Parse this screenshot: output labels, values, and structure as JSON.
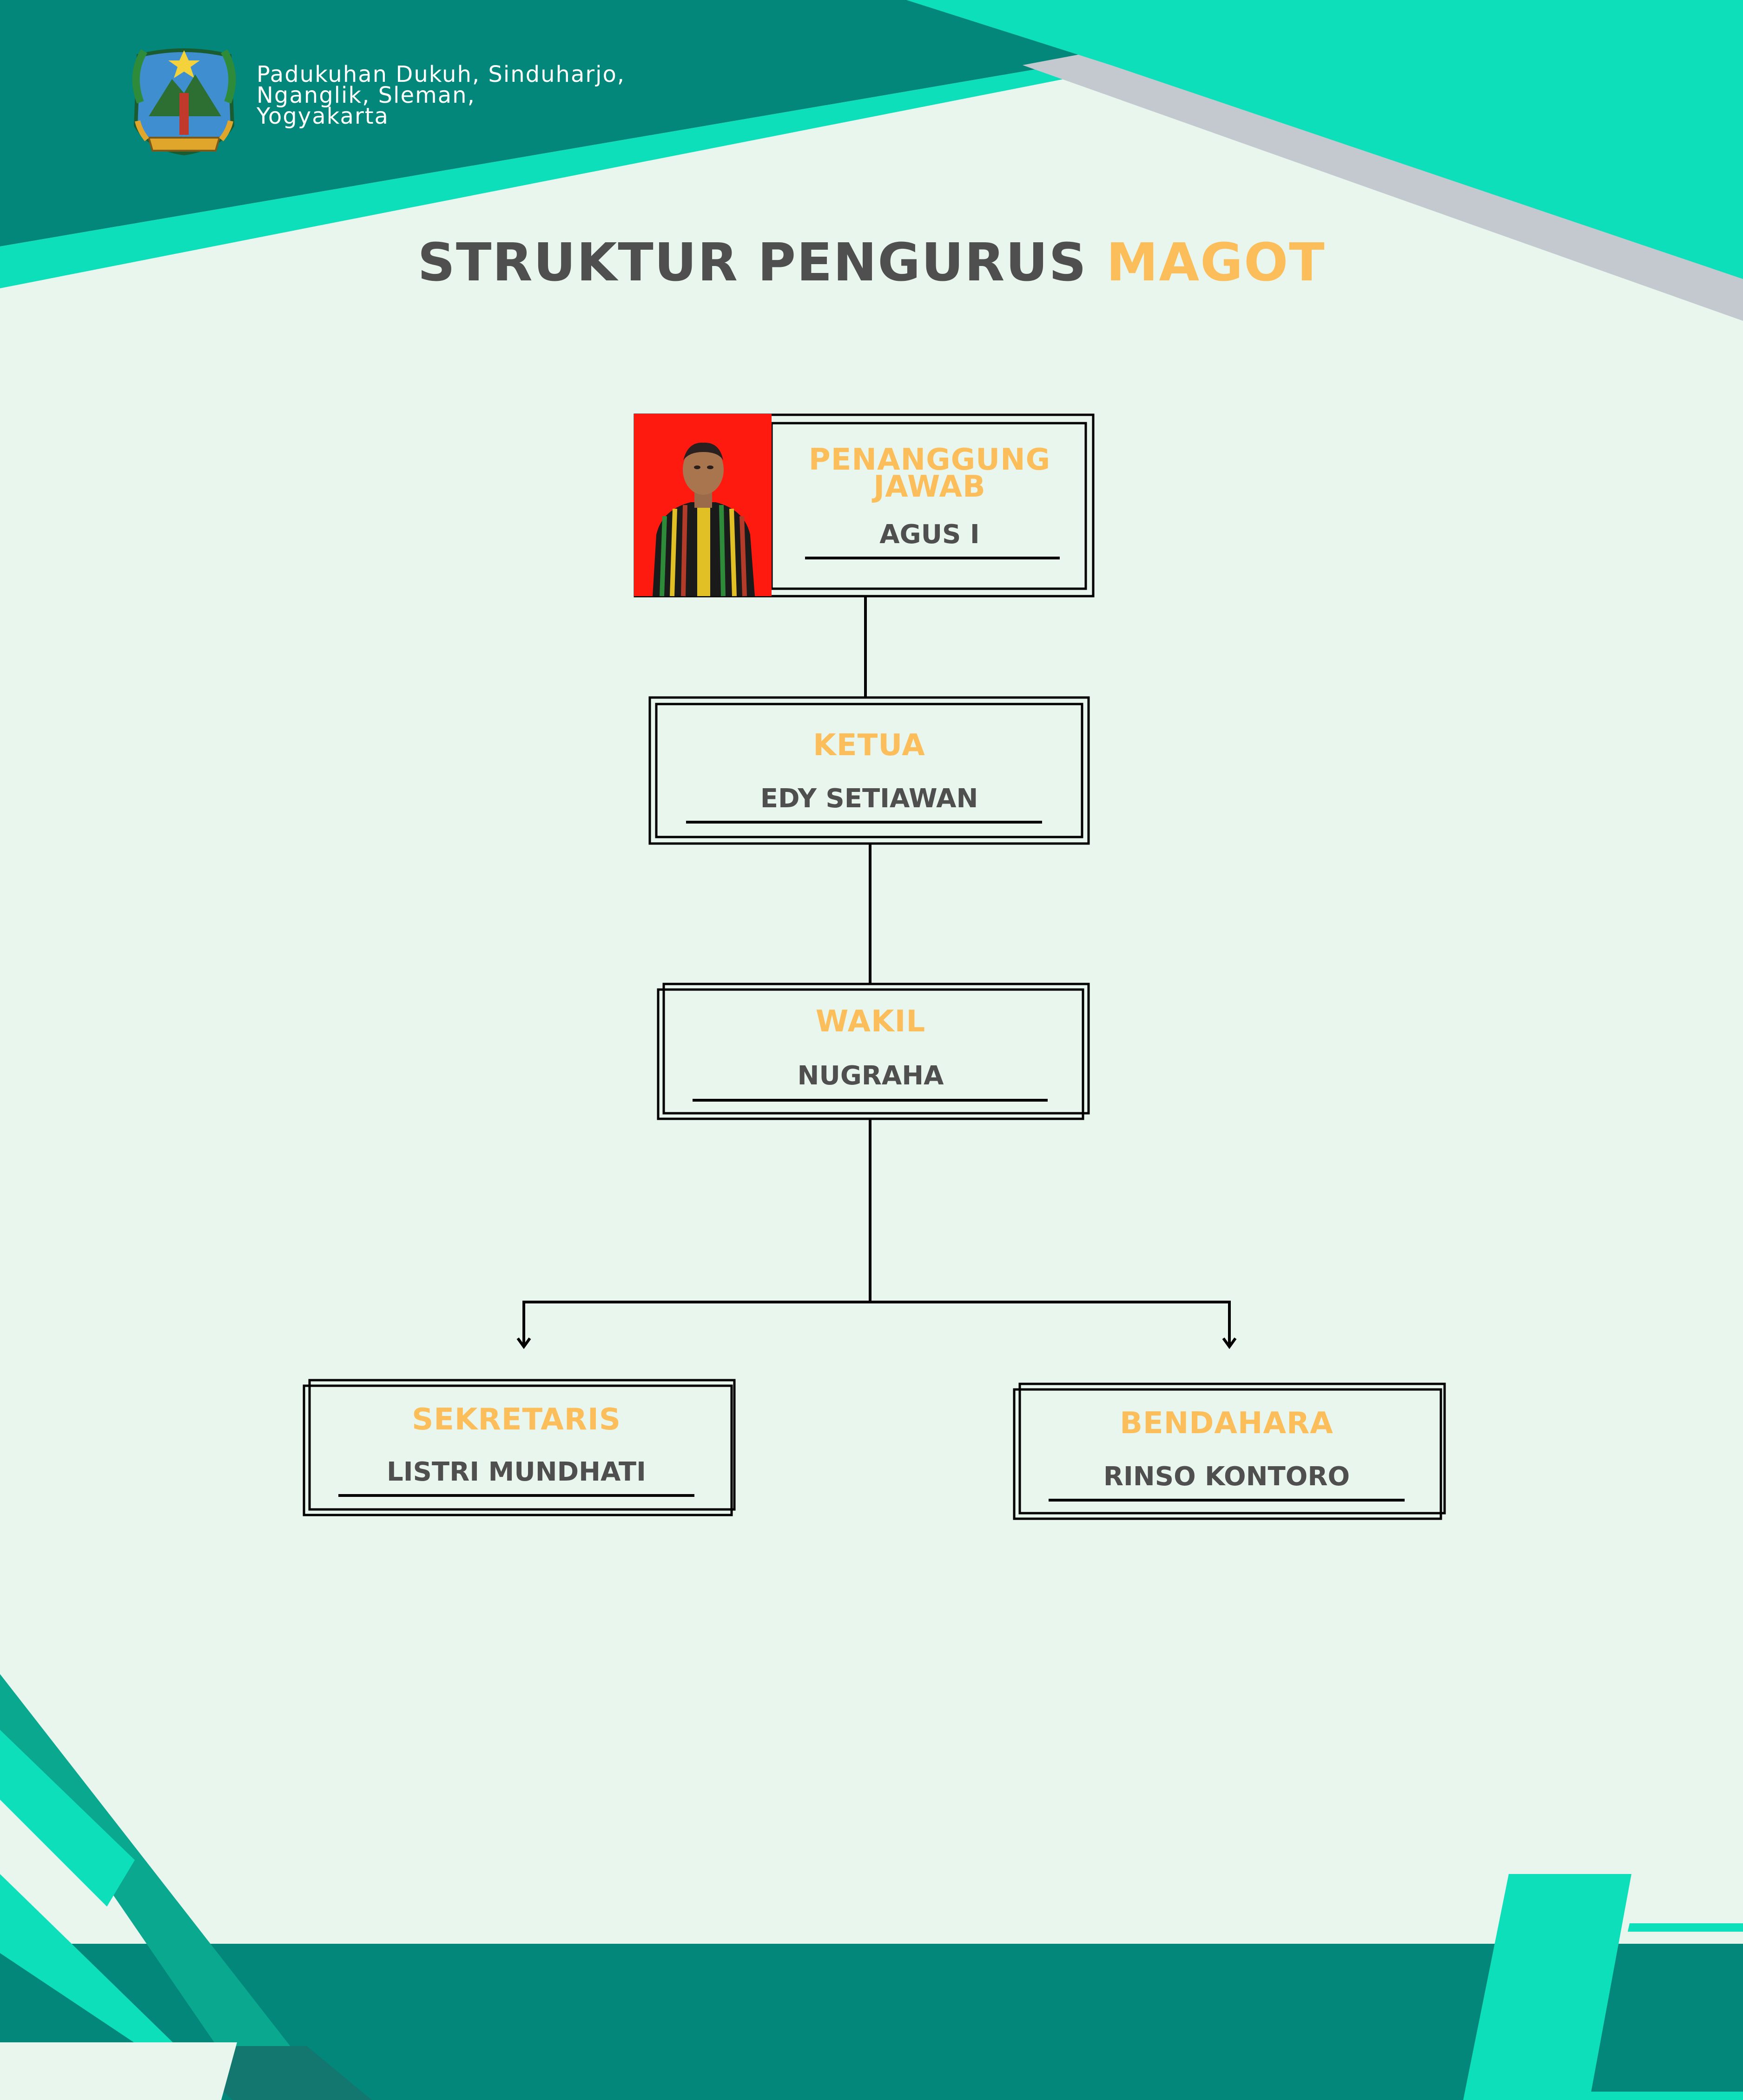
{
  "header": {
    "address_lines": [
      "Padukuhan Dukuh, Sinduharjo,",
      "Nganglik, Sleman,",
      "Yogyakarta"
    ]
  },
  "title": {
    "main": "STRUKTUR PENGURUS ",
    "accent": "MAGOT"
  },
  "org": {
    "penanggung": {
      "role": "PENANGGUNG JAWAB",
      "name": "AGUS I"
    },
    "ketua": {
      "role": "KETUA",
      "name": "EDY SETIAWAN"
    },
    "wakil": {
      "role": "WAKIL",
      "name": "NUGRAHA"
    },
    "sekretaris": {
      "role": "SEKRETARIS",
      "name": "LISTRI MUNDHATI"
    },
    "bendahara": {
      "role": "BENDAHARA",
      "name": "RINSO KONTORO"
    }
  },
  "colors": {
    "background": "#e8f6ee",
    "dark_teal": "#02877a",
    "bright_teal": "#0ddfbb",
    "gray_stripe": "#c4c9cf",
    "accent": "#fbbe5b",
    "text": "#4f4f4f",
    "photo_bg": "#ff1a0f"
  },
  "icons": {
    "logo": "sleman-regency-emblem-icon"
  }
}
